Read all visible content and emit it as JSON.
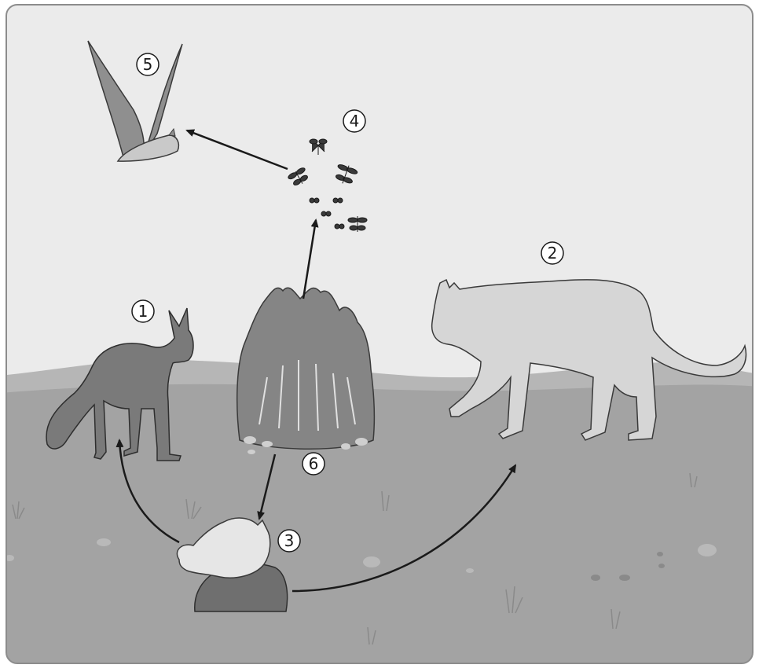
{
  "labels": {
    "fox": "1",
    "puma": "2",
    "chinchilla": "3",
    "insects": "4",
    "bat": "5",
    "shrub": "6"
  },
  "colors": {
    "sky": "#ebebeb",
    "ground": "#a3a3a3",
    "hill_back": "#b6b6b6",
    "frame": "#8c8c8c",
    "arrow": "#1a1a1a",
    "fox": "#7a7a7a",
    "puma": "#d6d6d6",
    "bat": "#8f8f8f",
    "chinchilla": "#e6e6e6",
    "rock": "#6f6f6f",
    "shrub": "#858585"
  }
}
